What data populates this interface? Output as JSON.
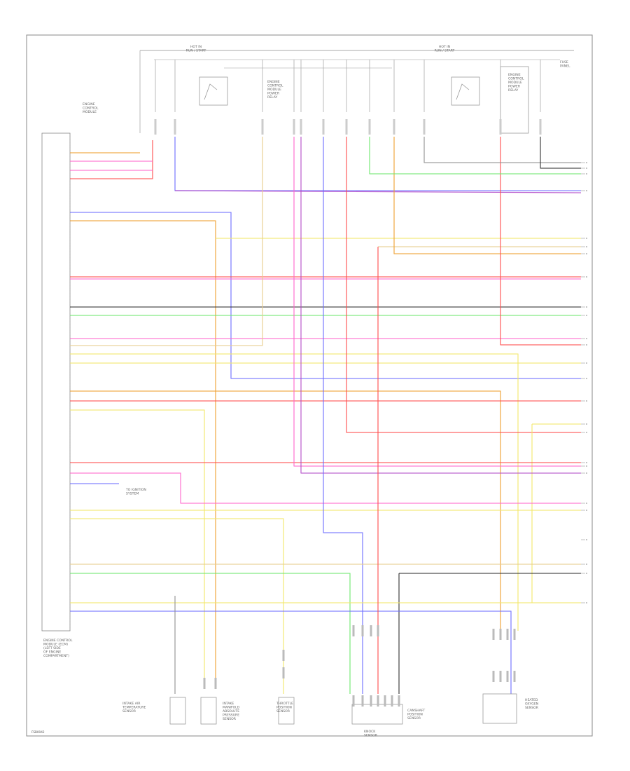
{
  "title_block": {
    "code": "FSB0042"
  },
  "top_labels": {
    "hot_left": "HOT IN\nRUN / START",
    "hot_right": "HOT IN\nRUN / START",
    "fuse_panel": "FUSE\nPANEL"
  },
  "component_captions": {
    "ecm": "ENGINE\nCONTROL\nMODULE",
    "ecm_block": "ENGINE CONTROL\nMODULE (ECM)\n(LEFT SIDE\nOF ENGINE\nCOMPARTMENT)",
    "fuel_relay_left": "ENGINE\nCONTROL\nMODULE\nPOWER\nRELAY",
    "fuel_relay_right": "ENGINE\nCONTROL\nMODULE\nPOWER\nRELAY",
    "ignition_note": "TO IGNITION\nSYSTEM",
    "bottom_1": "INTAKE AIR\nTEMPERATURE\nSENSOR",
    "bottom_2": "INTAKE\nMANIFOLD\nABSOLUTE\nPRESSURE\nSENSOR",
    "bottom_3": "THROTTLE\nPOSITION\nSENSOR",
    "bottom_4": "KNOCK\nSENSOR",
    "bottom_5": "CAMSHAFT\nPOSITION\nSENSOR",
    "bottom_6": "HEATED\nOXYGEN\nSENSOR"
  },
  "wire_colors": {
    "red": "#ff4d4d",
    "pink": "#ff66cc",
    "purple": "#b44cc9",
    "blue": "#6f6fff",
    "green": "#6ee86e",
    "yellow": "#f2e86a",
    "tan": "#e8cc8c",
    "orange": "#f0a030",
    "gray": "#909090",
    "black": "#333333"
  }
}
